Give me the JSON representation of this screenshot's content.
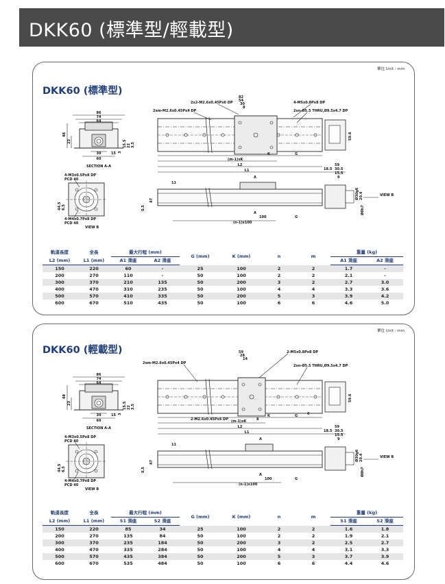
{
  "page_title": "DKK60 (標準型/輕載型)",
  "sections": [
    {
      "unit": "單位 Unit : mm",
      "title": "DKK60 (標準型)",
      "labels": {
        "top_holes_center": "2x2-M2.6x0.45Px6 DP",
        "top_holes_right": "4-M5x0.8Px8 DP",
        "top_holes_left": "2xm-M2.6x0.45Px4 DP",
        "thru_holes": "2xn-Ø5.5 THRU,Ø9.5x4.7 DP",
        "dim_82": "82",
        "dim_54": "54",
        "dim_30": "30",
        "dim_8": "8",
        "dim_86": "86",
        "dim_74": "74",
        "dim_64": "64",
        "dim_48": "48",
        "dim_23": "23",
        "dim_30b": "30",
        "dim_60": "60",
        "dim_15": "15",
        "dim_3": "3",
        "dim_15_5a": "15.5",
        "dim_22": "22",
        "dim_35": "3.5",
        "section_aa": "SECTION A-A",
        "dim_mk": "(m-1)xK",
        "dim_k": "K",
        "dim_g": "G",
        "dim_l2": "L2",
        "dim_l1": "L1",
        "dim_59_6": "59.6",
        "motor_holes_1": "4-M3x0.5Px8 DP",
        "pcd40_a": "PCD 40",
        "motor_holes_2": "4-M4x0.7Px8 DP",
        "pcd40_b": "PCD 40",
        "view_b": "VIEW B",
        "view_b2": "VIEW B",
        "dim_44_5": "44.5",
        "dim_6_5": "6.5",
        "dim_47": "47",
        "dim_0_5": "0.5",
        "dim_11": "11",
        "dim_59": "59",
        "dim_18_5": "18.5",
        "dim_30_5": "30.5",
        "dim_15_5": "15.5",
        "dim_9": "9",
        "dim_100": "100",
        "dim_n1": "(n-1)x100",
        "dim_a": "A",
        "dim_a2": "A",
        "dim_8h7": "Ø8h7",
        "dim_30g": "Ø30g6",
        "dim_20": "20.4"
      },
      "table": {
        "headers": [
          "軌道長度\nL2 (mm)",
          "全長\nL1 (mm)",
          "最大行程 (mm)",
          "G (mm)",
          "K (mm)",
          "n",
          "m",
          "重量 (kg)"
        ],
        "h1": "軌道長度",
        "h1b": "L2 (mm)",
        "h2": "全長",
        "h2b": "L1 (mm)",
        "h3": "最大行程 (mm)",
        "h3a": "A1 滑座",
        "h3b": "A2 滑座",
        "h4": "G (mm)",
        "h5": "K (mm)",
        "h6": "n",
        "h7": "m",
        "h8": "重量 (kg)",
        "h8a": "A1 滑座",
        "h8b": "A2 滑座",
        "rows": [
          [
            "150",
            "220",
            "60",
            "-",
            "25",
            "100",
            "2",
            "2",
            "1.7",
            "-"
          ],
          [
            "200",
            "270",
            "110",
            "-",
            "50",
            "100",
            "2",
            "2",
            "2.1",
            "-"
          ],
          [
            "300",
            "370",
            "210",
            "135",
            "50",
            "200",
            "3",
            "2",
            "2.7",
            "3.0"
          ],
          [
            "400",
            "470",
            "310",
            "235",
            "50",
            "100",
            "4",
            "4",
            "3.3",
            "3.6"
          ],
          [
            "500",
            "570",
            "410",
            "335",
            "50",
            "200",
            "5",
            "3",
            "3.9",
            "4.2"
          ],
          [
            "600",
            "670",
            "510",
            "435",
            "50",
            "100",
            "6",
            "6",
            "4.6",
            "5.0"
          ]
        ]
      }
    },
    {
      "unit": "單位 Unit : mm",
      "title": "DKK60 (輕載型)",
      "labels": {
        "top_holes_left": "2xm-M2.6x0.45Px4 DP",
        "top_holes_right": "2-M5x0.8Px8 DP",
        "thru_holes": "2xn-Ø5.5 THRU,Ø9.5x4.7 DP",
        "center_holes": "2-M2.6x0.45Px6 DP",
        "dim_59": "59",
        "dim_28": "28",
        "dim_14": "14",
        "dim_8": "8",
        "dim_6": "6",
        "dim_86": "86",
        "dim_74": "74",
        "dim_64": "64",
        "dim_48": "48",
        "dim_23": "23",
        "dim_30": "30",
        "dim_60": "60",
        "dim_15": "15",
        "dim_3": "3",
        "dim_15_5a": "15.5",
        "dim_22": "22",
        "dim_35": "3.5",
        "section_aa": "SECTION A-A",
        "dim_mk": "(m-1)xK",
        "dim_k": "K",
        "dim_g": "G",
        "dim_l2": "L2",
        "dim_l1": "L1",
        "dim_59_6": "59.6",
        "motor_holes_1": "4-M3x0.5Px8 DP",
        "pcd40_a": "PCD 40",
        "motor_holes_2": "4-M4x0.7Px8 DP",
        "pcd40_b": "PCD 40",
        "view_b": "VIEW B",
        "view_b2": "VIEW B",
        "dim_44_5": "44.5",
        "dim_6_5": "6.5",
        "dim_47": "47",
        "dim_0_5": "0.5",
        "dim_11": "11",
        "dim_59b": "59",
        "dim_18_5": "18.5",
        "dim_30_5": "30.5",
        "dim_15_5": "15.5",
        "dim_9": "9",
        "dim_100": "100",
        "dim_n1": "(n-1)x100",
        "dim_a": "A",
        "dim_a2": "A",
        "dim_8h7": "Ø8h7",
        "dim_30g": "Ø30g6",
        "dim_20": "20.4"
      },
      "table": {
        "h1": "軌道長度",
        "h1b": "L2 (mm)",
        "h2": "全長",
        "h2b": "L1 (mm)",
        "h3": "最大行程 (mm)",
        "h3a": "S1 滑座",
        "h3b": "S2 滑座",
        "h4": "G (mm)",
        "h5": "K (mm)",
        "h6": "n",
        "h7": "m",
        "h8": "重量 (kg)",
        "h8a": "S1 滑座",
        "h8b": "S2 滑座",
        "rows": [
          [
            "150",
            "220",
            "85",
            "34",
            "25",
            "100",
            "2",
            "2",
            "1.6",
            "1.8"
          ],
          [
            "200",
            "270",
            "135",
            "84",
            "50",
            "100",
            "2",
            "2",
            "1.9",
            "2.1"
          ],
          [
            "300",
            "370",
            "235",
            "184",
            "50",
            "200",
            "3",
            "2",
            "2.5",
            "2.7"
          ],
          [
            "400",
            "470",
            "335",
            "284",
            "50",
            "100",
            "4",
            "4",
            "3.1",
            "3.3"
          ],
          [
            "500",
            "570",
            "435",
            "384",
            "50",
            "200",
            "5",
            "3",
            "3.7",
            "3.9"
          ],
          [
            "600",
            "670",
            "535",
            "484",
            "50",
            "100",
            "6",
            "6",
            "4.4",
            "4.6"
          ]
        ]
      }
    }
  ]
}
